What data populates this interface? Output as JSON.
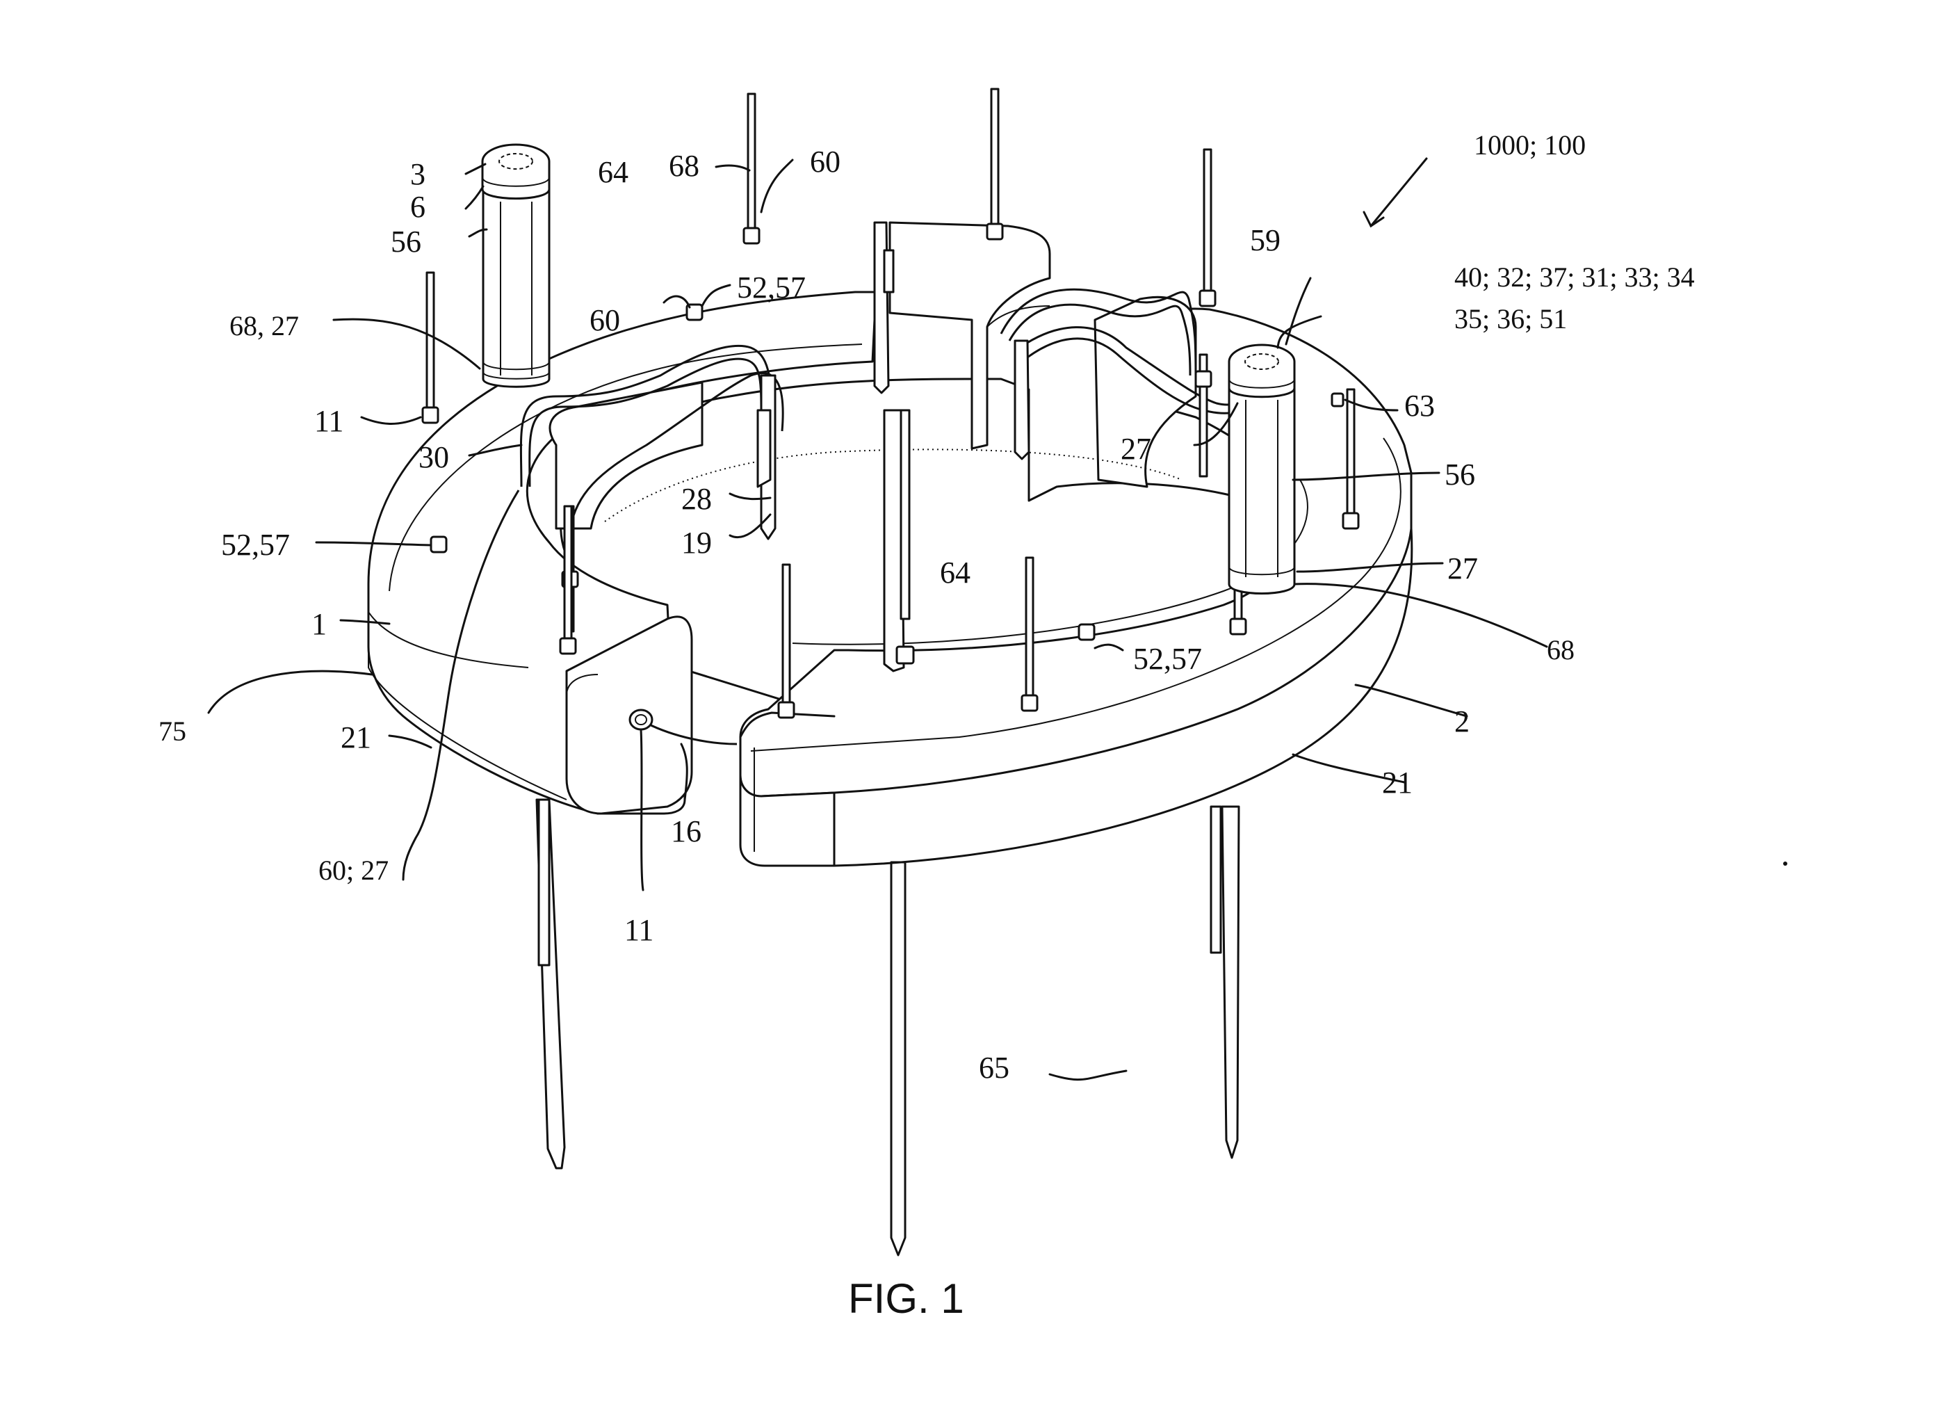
{
  "figure": {
    "caption": "FIG. 1",
    "labels": {
      "ref_1000_100": "1000; 100",
      "ref_3": "3",
      "ref_6": "6",
      "ref_56_left": "56",
      "ref_64_top": "64",
      "ref_68_top": "68",
      "ref_60_top": "60",
      "ref_60_mid": "60",
      "ref_52_57_top": "52,57",
      "ref_68_27": "68, 27",
      "ref_11_left": "11",
      "ref_30": "30",
      "ref_52_57_left": "52,57",
      "ref_28": "28",
      "ref_19": "19",
      "ref_1": "1",
      "ref_75": "75",
      "ref_21_left": "21",
      "ref_60_27": "60; 27",
      "ref_16": "16",
      "ref_11_bottom": "11",
      "ref_64_mid": "64",
      "ref_52_57_mid": "52,57",
      "ref_65": "65",
      "ref_59": "59",
      "ref_40_line1": "40; 32; 37; 31; 33; 34",
      "ref_40_line2": "35; 36; 51",
      "ref_63": "63",
      "ref_27_mid": "27",
      "ref_56_right": "56",
      "ref_27_right": "27",
      "ref_68_right": "68",
      "ref_2": "2",
      "ref_21_right": "21"
    }
  }
}
